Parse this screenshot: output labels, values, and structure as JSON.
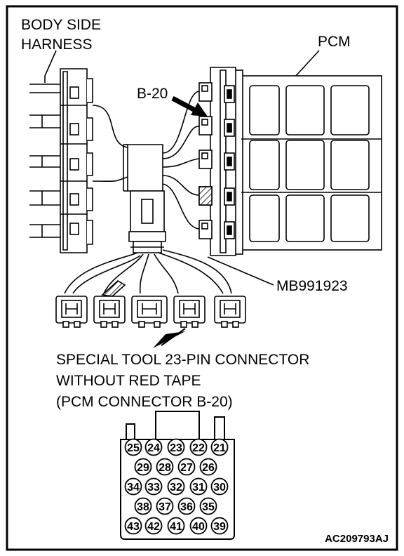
{
  "labels": {
    "body_side_harness": [
      "BODY SIDE",
      "HARNESS"
    ],
    "pcm": "PCM",
    "connector_ref": "B-20",
    "tool_part_number": "MB991923",
    "description": [
      "SPECIAL TOOL 23-PIN CONNECTOR",
      "WITHOUT RED TAPE",
      "(PCM CONNECTOR B-20)"
    ],
    "drawing_code": "AC209793AJ"
  },
  "connector_pins": {
    "row1": [
      "25",
      "24",
      "23",
      "22",
      "21"
    ],
    "row2": [
      "29",
      "28",
      "27",
      "26"
    ],
    "row3": [
      "34",
      "33",
      "32",
      "31",
      "30"
    ],
    "row4": [
      "38",
      "37",
      "36",
      "35"
    ],
    "row5": [
      "43",
      "42",
      "41",
      "40",
      "39"
    ]
  },
  "colors": {
    "line": "#000000",
    "background": "#ffffff"
  }
}
